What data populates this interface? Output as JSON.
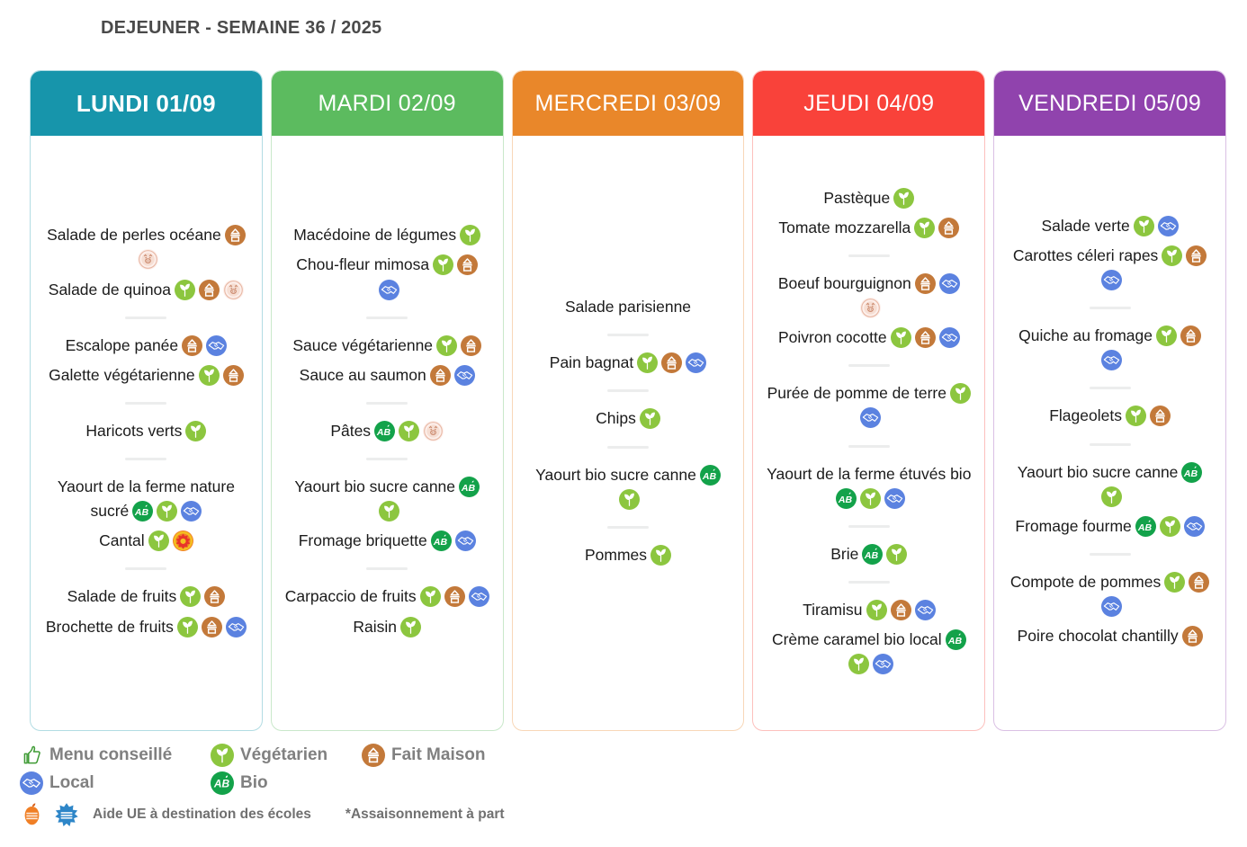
{
  "title": "DEJEUNER - SEMAINE 36 / 2025",
  "icon_legend_key": {
    "veg": "vegetarian-icon",
    "bio": "bio-ab-icon",
    "fait": "fait-maison-icon",
    "local": "local-handshake-icon",
    "porc": "pork-icon",
    "ue": "eu-aid-icon"
  },
  "colors": {
    "lundi": "#1795ab",
    "mardi": "#5cbb5f",
    "mercredi": "#e9872a",
    "jeudi": "#f9423a",
    "vendredi": "#9043ad",
    "vegetarien": "#8cc63f",
    "bio": "#13a24a",
    "fait_maison": "#c3793a",
    "local": "#5b82e0",
    "title_text": "#4a4a4a",
    "legend_text": "#808080"
  },
  "days": [
    {
      "label": "LUNDI 01/09",
      "color": "#1795ab",
      "bold": true,
      "groups": [
        {
          "dishes": [
            {
              "name": "Salade de perles océane",
              "icons": [
                "fait",
                "porc"
              ]
            },
            {
              "name": "Salade de quinoa",
              "icons": [
                "veg",
                "fait",
                "porc"
              ]
            }
          ]
        },
        {
          "dishes": [
            {
              "name": "Escalope panée",
              "icons": [
                "fait",
                "local"
              ]
            },
            {
              "name": "Galette végétarienne",
              "icons": [
                "veg",
                "fait"
              ]
            }
          ]
        },
        {
          "dishes": [
            {
              "name": "Haricots verts",
              "icons": [
                "veg"
              ]
            }
          ]
        },
        {
          "dishes": [
            {
              "name": "Yaourt de la ferme nature sucré",
              "icons": [
                "bio",
                "veg",
                "local"
              ]
            },
            {
              "name": "Cantal",
              "icons": [
                "veg",
                "ue"
              ]
            }
          ]
        },
        {
          "dishes": [
            {
              "name": "Salade de fruits",
              "icons": [
                "veg",
                "fait"
              ]
            },
            {
              "name": "Brochette de fruits",
              "icons": [
                "veg",
                "fait",
                "local"
              ]
            }
          ]
        }
      ]
    },
    {
      "label": "MARDI 02/09",
      "color": "#5cbb5f",
      "bold": false,
      "groups": [
        {
          "dishes": [
            {
              "name": "Macédoine de légumes",
              "icons": [
                "veg"
              ]
            },
            {
              "name": "Chou-fleur mimosa",
              "icons": [
                "veg",
                "fait",
                "local"
              ]
            }
          ]
        },
        {
          "dishes": [
            {
              "name": "Sauce végétarienne",
              "icons": [
                "veg",
                "fait"
              ]
            },
            {
              "name": "Sauce au saumon",
              "icons": [
                "fait",
                "local"
              ]
            }
          ]
        },
        {
          "dishes": [
            {
              "name": "Pâtes",
              "icons": [
                "bio",
                "veg",
                "porc"
              ]
            }
          ]
        },
        {
          "dishes": [
            {
              "name": "Yaourt bio sucre canne",
              "icons": [
                "bio",
                "veg"
              ]
            },
            {
              "name": "Fromage briquette",
              "icons": [
                "bio",
                "local"
              ]
            }
          ]
        },
        {
          "dishes": [
            {
              "name": "Carpaccio de fruits",
              "icons": [
                "veg",
                "fait",
                "local"
              ]
            },
            {
              "name": "Raisin",
              "icons": [
                "veg"
              ]
            }
          ]
        }
      ]
    },
    {
      "label": "MERCREDI 03/09",
      "color": "#e9872a",
      "bold": false,
      "groups": [
        {
          "dishes": [
            {
              "name": "Salade parisienne",
              "icons": []
            }
          ]
        },
        {
          "dishes": [
            {
              "name": "Pain bagnat",
              "icons": [
                "veg",
                "fait",
                "local"
              ]
            }
          ]
        },
        {
          "dishes": [
            {
              "name": "Chips",
              "icons": [
                "veg"
              ]
            }
          ]
        },
        {
          "dishes": [
            {
              "name": "Yaourt bio sucre canne",
              "icons": [
                "bio",
                "veg"
              ]
            }
          ]
        },
        {
          "dishes": [
            {
              "name": "Pommes",
              "icons": [
                "veg"
              ]
            }
          ]
        }
      ]
    },
    {
      "label": "JEUDI 04/09",
      "color": "#f9423a",
      "bold": false,
      "groups": [
        {
          "dishes": [
            {
              "name": "Pastèque",
              "icons": [
                "veg"
              ]
            },
            {
              "name": "Tomate mozzarella",
              "icons": [
                "veg",
                "fait"
              ]
            }
          ]
        },
        {
          "dishes": [
            {
              "name": "Boeuf bourguignon",
              "icons": [
                "fait",
                "local",
                "porc"
              ]
            },
            {
              "name": "Poivron cocotte",
              "icons": [
                "veg",
                "fait",
                "local"
              ]
            }
          ]
        },
        {
          "dishes": [
            {
              "name": "Purée de pomme de terre",
              "icons": [
                "veg",
                "local"
              ]
            }
          ]
        },
        {
          "dishes": [
            {
              "name": "Yaourt de la ferme étuvés bio",
              "icons": [
                "bio",
                "veg",
                "local"
              ]
            }
          ]
        },
        {
          "dishes": [
            {
              "name": "Brie",
              "icons": [
                "bio",
                "veg"
              ]
            }
          ]
        },
        {
          "dishes": [
            {
              "name": "Tiramisu",
              "icons": [
                "veg",
                "fait",
                "local"
              ]
            },
            {
              "name": "Crème caramel bio local",
              "icons": [
                "bio",
                "veg",
                "local"
              ]
            }
          ]
        }
      ]
    },
    {
      "label": "VENDREDI 05/09",
      "color": "#9043ad",
      "bold": false,
      "groups": [
        {
          "dishes": [
            {
              "name": "Salade verte",
              "icons": [
                "veg",
                "local"
              ]
            },
            {
              "name": "Carottes céleri rapes",
              "icons": [
                "veg",
                "fait",
                "local"
              ]
            }
          ]
        },
        {
          "dishes": [
            {
              "name": "Quiche au fromage",
              "icons": [
                "veg",
                "fait",
                "local"
              ]
            }
          ]
        },
        {
          "dishes": [
            {
              "name": "Flageolets",
              "icons": [
                "veg",
                "fait"
              ]
            }
          ]
        },
        {
          "dishes": [
            {
              "name": "Yaourt bio sucre canne",
              "icons": [
                "bio",
                "veg"
              ]
            },
            {
              "name": "Fromage fourme",
              "icons": [
                "bio",
                "veg",
                "local"
              ]
            }
          ]
        },
        {
          "dishes": [
            {
              "name": "Compote de pommes",
              "icons": [
                "veg",
                "fait",
                "local"
              ]
            },
            {
              "name": "Poire chocolat chantilly",
              "icons": [
                "fait"
              ]
            }
          ]
        }
      ]
    }
  ],
  "legend": {
    "row1": [
      {
        "icon": "thumbs-up-icon",
        "label": "Menu conseillé"
      },
      {
        "icon": "vegetarian-icon",
        "label": "Végétarien"
      },
      {
        "icon": "fait-maison-icon",
        "label": "Fait Maison"
      }
    ],
    "row2": [
      {
        "icon": "local-handshake-icon",
        "label": "Local"
      },
      {
        "icon": "bio-ab-icon",
        "label": "Bio"
      }
    ],
    "notes": {
      "eu_aid": "Aide UE à destination des écoles",
      "seasoning": "*Assaisonnement à part"
    }
  }
}
